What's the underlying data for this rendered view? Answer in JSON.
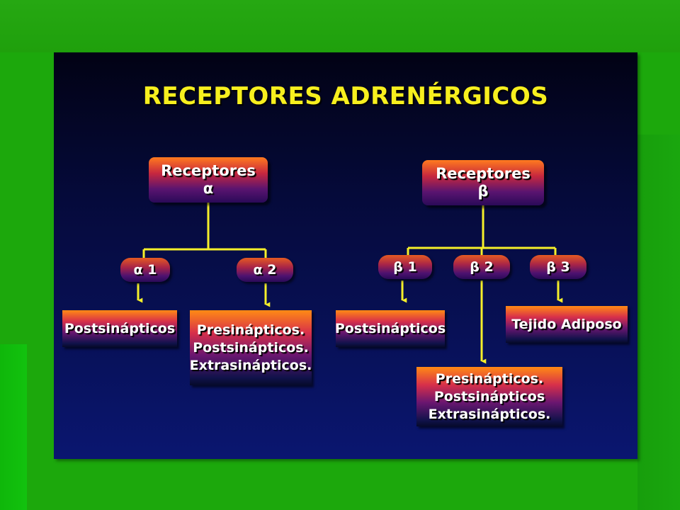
{
  "title": "RECEPTORES ADRENÉRGICOS",
  "alpha": {
    "head": [
      "Receptores",
      "α"
    ],
    "a1": {
      "label": "α 1",
      "target": [
        "Postsinápticos"
      ]
    },
    "a2": {
      "label": "α 2",
      "target": [
        "Presinápticos.",
        "Postsinápticos.",
        "Extrasinápticos."
      ]
    }
  },
  "beta": {
    "head": [
      "Receptores",
      "β"
    ],
    "b1": {
      "label": "β 1",
      "target": [
        "Postsinápticos"
      ]
    },
    "b2": {
      "label": "β 2",
      "target": [
        "Presinápticos.",
        "Postsinápticos",
        "Extrasinápticos."
      ]
    },
    "b3": {
      "label": "β 3",
      "target": [
        "Tejido Adiposo"
      ]
    }
  },
  "colors": {
    "title": "#f7ef1e",
    "connector": "#f5ef2a",
    "slide_background": "#050a3a",
    "page_background": "#1ca80c"
  }
}
